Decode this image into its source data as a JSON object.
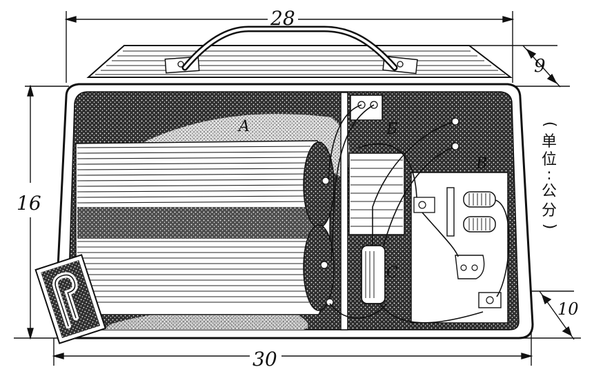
{
  "dimensions": {
    "top_width": "28",
    "bottom_width": "30",
    "height": "16",
    "lid_depth": "9",
    "bottom_depth": "10"
  },
  "part_labels": {
    "a": "A",
    "b": "Б",
    "c": "C",
    "v": "B"
  },
  "unit_note": {
    "open": "(",
    "ch1": "单",
    "ch2": "位",
    "colon": ":",
    "ch3": "公",
    "ch4": "分",
    "close": ")"
  },
  "colors": {
    "ink": "#111111",
    "paper": "#ffffff",
    "shade": "#3a3a3a"
  }
}
